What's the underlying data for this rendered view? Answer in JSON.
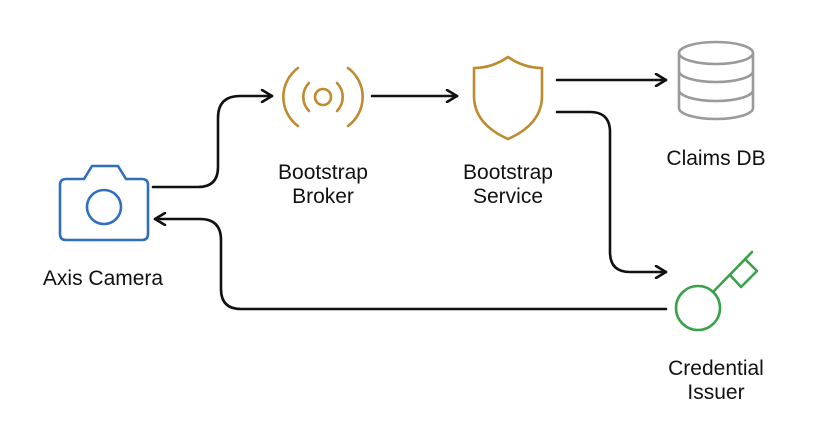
{
  "colors": {
    "camera": "#2f6fbe",
    "bootstrap": "#c08a2e",
    "database": "#9a9a9a",
    "issuer": "#3aa14a",
    "connector": "#111111",
    "label": "#111111"
  },
  "nodes": {
    "camera": {
      "icon": "camera-icon",
      "label": [
        "Axis Camera"
      ]
    },
    "broker": {
      "icon": "broadcast-icon",
      "label": [
        "Bootstrap",
        "Broker"
      ]
    },
    "service": {
      "icon": "shield-icon",
      "label": [
        "Bootstrap",
        "Service"
      ]
    },
    "claims_db": {
      "icon": "database-icon",
      "label": [
        "Claims DB"
      ]
    },
    "issuer": {
      "icon": "key-icon",
      "label": [
        "Credential",
        "Issuer"
      ]
    }
  }
}
